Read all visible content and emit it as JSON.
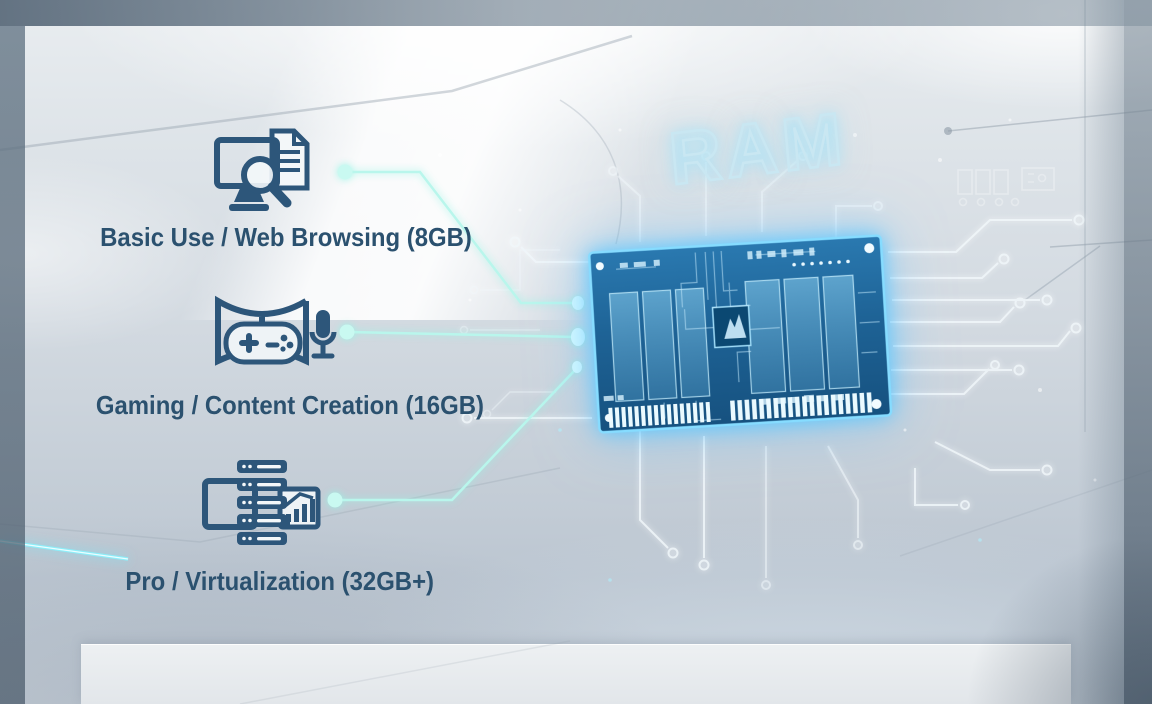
{
  "title": "RAM",
  "scene": "bright futuristic room with glowing RAM memory module and circuit traces",
  "tiers": [
    {
      "id": "basic",
      "label": "Basic Use / Web Browsing (8GB)",
      "icon": "desktop-search-document-icon"
    },
    {
      "id": "gaming",
      "label": "Gaming / Content Creation (16GB)",
      "icon": "gamepad-monitor-mic-icon"
    },
    {
      "id": "pro",
      "label": "Pro / Virtualization (32GB+)",
      "icon": "server-monitor-chart-icon"
    }
  ],
  "colors": {
    "label_text": "#2b516f",
    "icon_blue": "#2d567a",
    "connector_aqua": "#b9f6ec",
    "board_fill": "#2374ad",
    "board_edge_glow": "#86dcff",
    "title_stroke": "#c9e7f2",
    "background_light": "#dde3e8",
    "frame_dark": "#4a5c6e"
  }
}
